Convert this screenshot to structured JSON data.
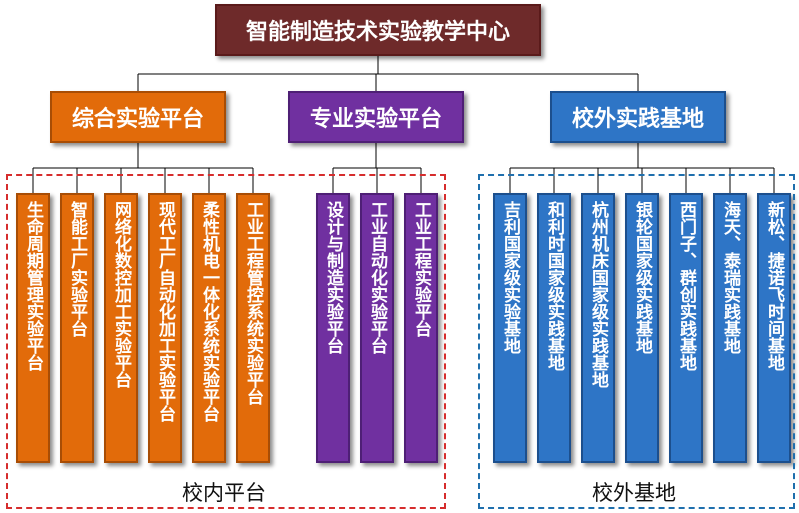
{
  "colors": {
    "root": "#6e2a2a",
    "root_border": "#5a1a1a",
    "campus": "#e26b0a",
    "campus_border": "#a84d05",
    "specialty": "#7030a0",
    "specialty_border": "#4e1f75",
    "offcampus": "#2e75c6",
    "offcampus_border": "#1c4f8d",
    "line": "#000000",
    "frame_red": "#d62d2d",
    "frame_blue": "#1f6fad"
  },
  "root": {
    "label": "智能制造技术实验教学中心"
  },
  "categories": [
    {
      "label": "综合实验平台",
      "color_key": "campus",
      "children": [
        "生命周期管理实验平台",
        "智能工厂实验平台",
        "网络化数控加工实验平台",
        "现代工厂自动化加工实验平台",
        "柔性机电一体化系统实验平台",
        "工业工程管控系统实验平台"
      ]
    },
    {
      "label": "专业实验平台",
      "color_key": "specialty",
      "children": [
        "设计与制造实验平台",
        "工业自动化实验平台",
        "工业工程实验平台"
      ]
    },
    {
      "label": "校外实践基地",
      "color_key": "offcampus",
      "children": [
        "吉利国家级实验基地",
        "和利时国家级实践基地",
        "杭州机床国家级实践基地",
        "银轮国家级实践基地",
        "西门子、群创实践基地",
        "海天、泰瑞实践基地",
        "新松、捷诺飞时间基地"
      ]
    }
  ],
  "groups": [
    {
      "label": "校内平台",
      "color_key": "frame_red"
    },
    {
      "label": "校外基地",
      "color_key": "frame_blue"
    }
  ]
}
